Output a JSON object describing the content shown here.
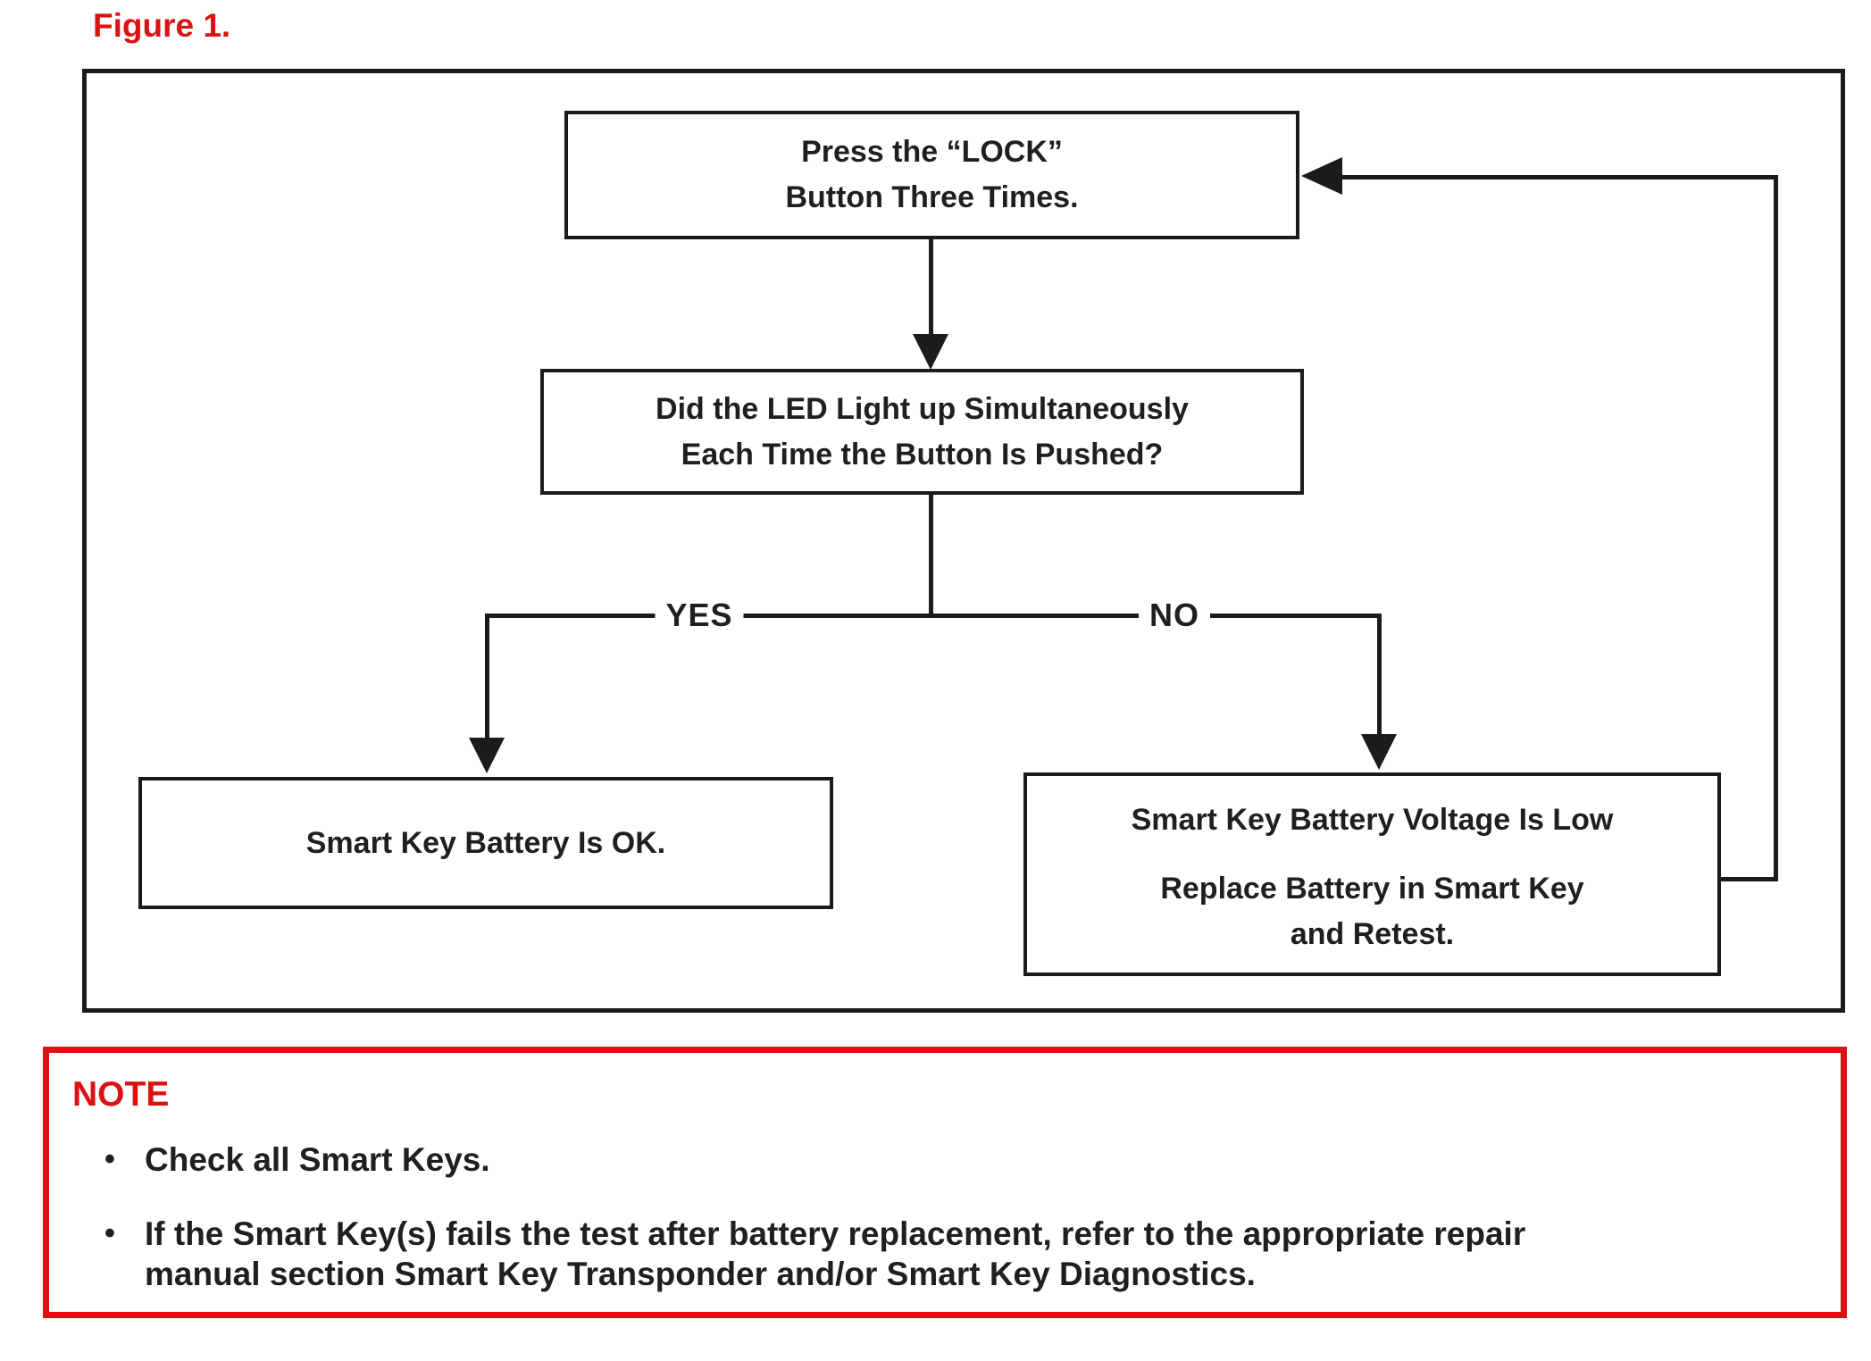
{
  "figure": {
    "caption": "Figure 1."
  },
  "flowchart": {
    "start": {
      "line1": "Press the “LOCK”",
      "line2": "Button Three Times."
    },
    "question": {
      "line1": "Did the LED Light up Simultaneously",
      "line2": "Each Time the Button Is Pushed?"
    },
    "yes_label": "YES",
    "no_label": "NO",
    "yes_result": {
      "line1": "Smart Key Battery Is OK."
    },
    "no_result": {
      "line1": "Smart Key Battery Voltage Is Low",
      "line2": "Replace Battery in Smart Key",
      "line3": "and Retest."
    }
  },
  "note": {
    "title": "NOTE",
    "bullet_glyph": "•",
    "bullets": [
      {
        "lines": [
          "Check all Smart Keys."
        ]
      },
      {
        "lines": [
          "If the Smart Key(s) fails the test after battery replacement, refer to the appropriate repair",
          "manual section Smart Key Transponder and/or Smart Key Diagnostics."
        ]
      }
    ]
  },
  "theme": {
    "accent-red": "#dc1212",
    "line-black": "#1b1b1b",
    "text-black": "#1f1f1f",
    "paper": "#ffffff"
  }
}
